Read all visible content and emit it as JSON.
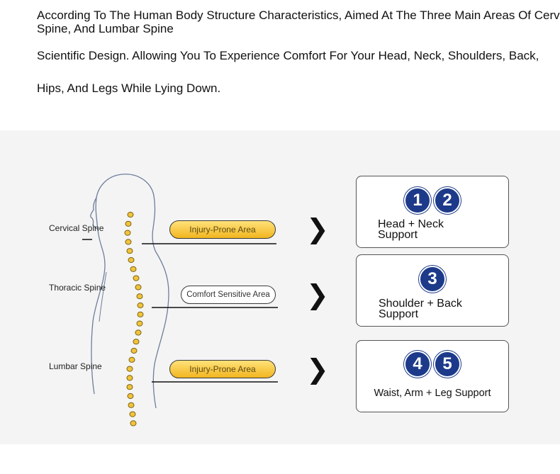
{
  "intro": {
    "line1": "According To The Human Body Structure Characteristics, Aimed At The Three Main Areas Of Cervical Spine, Thoracic",
    "line2": "Spine, And Lumbar Spine",
    "line3": "Scientific Design. Allowing You To Experience Comfort For Your Head, Neck, Shoulders, Back,",
    "line4": "Hips, And Legs While Lying Down."
  },
  "spine_labels": {
    "cervical": "Cervical Spine",
    "thoracic": "Thoracic Spine",
    "lumbar": "Lumbar Spine"
  },
  "areas": {
    "cervical": "Injury-Prone Area",
    "thoracic": "Comfort Sensitive Area",
    "lumbar": "Injury-Prone Area"
  },
  "cards": [
    {
      "badges": [
        "1",
        "2"
      ],
      "label_line1": "Head + Neck",
      "label_line2": "Support"
    },
    {
      "badges": [
        "3"
      ],
      "label_line1": "Shoulder + Back",
      "label_line2": "Support"
    },
    {
      "badges": [
        "4",
        "5"
      ],
      "label_line1": "Waist, Arm + Leg Support",
      "label_line2": ""
    }
  ],
  "colors": {
    "panel_bg": "#f4f4f4",
    "pill_yellow": "#f6c935",
    "badge_blue": "#1d3a8a",
    "vertebra": "#f2c33a"
  }
}
